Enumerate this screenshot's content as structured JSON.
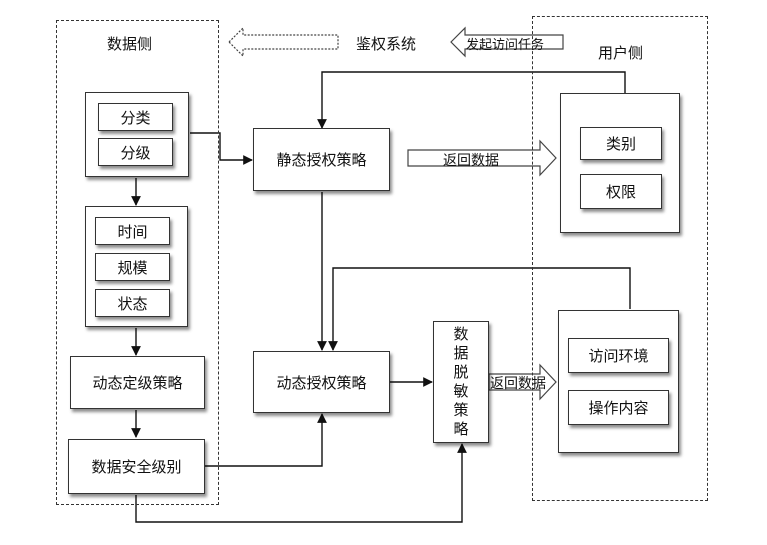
{
  "header": {
    "auth_system": "鉴权系统",
    "initiate_task": "发起访问任务"
  },
  "data_side": {
    "title": "数据侧",
    "classification": {
      "category": "分类",
      "grade": "分级"
    },
    "attributes": {
      "time": "时间",
      "scale": "规模",
      "state": "状态"
    },
    "dynamic_grading_policy": "动态定级策略",
    "data_security_level": "数据安全级别"
  },
  "center": {
    "static_auth_policy": "静态授权策略",
    "dynamic_auth_policy": "动态授权策略",
    "desensitization_policy_chars": [
      "数",
      "据",
      "脱",
      "敏",
      "策",
      "略"
    ]
  },
  "user_side": {
    "title": "用户侧",
    "identity": {
      "category": "类别",
      "permission": "权限"
    },
    "context": {
      "access_env": "访问环境",
      "operation_content": "操作内容"
    }
  },
  "flows": {
    "return_data_top": "返回数据",
    "return_data_bottom": "返回数据"
  }
}
